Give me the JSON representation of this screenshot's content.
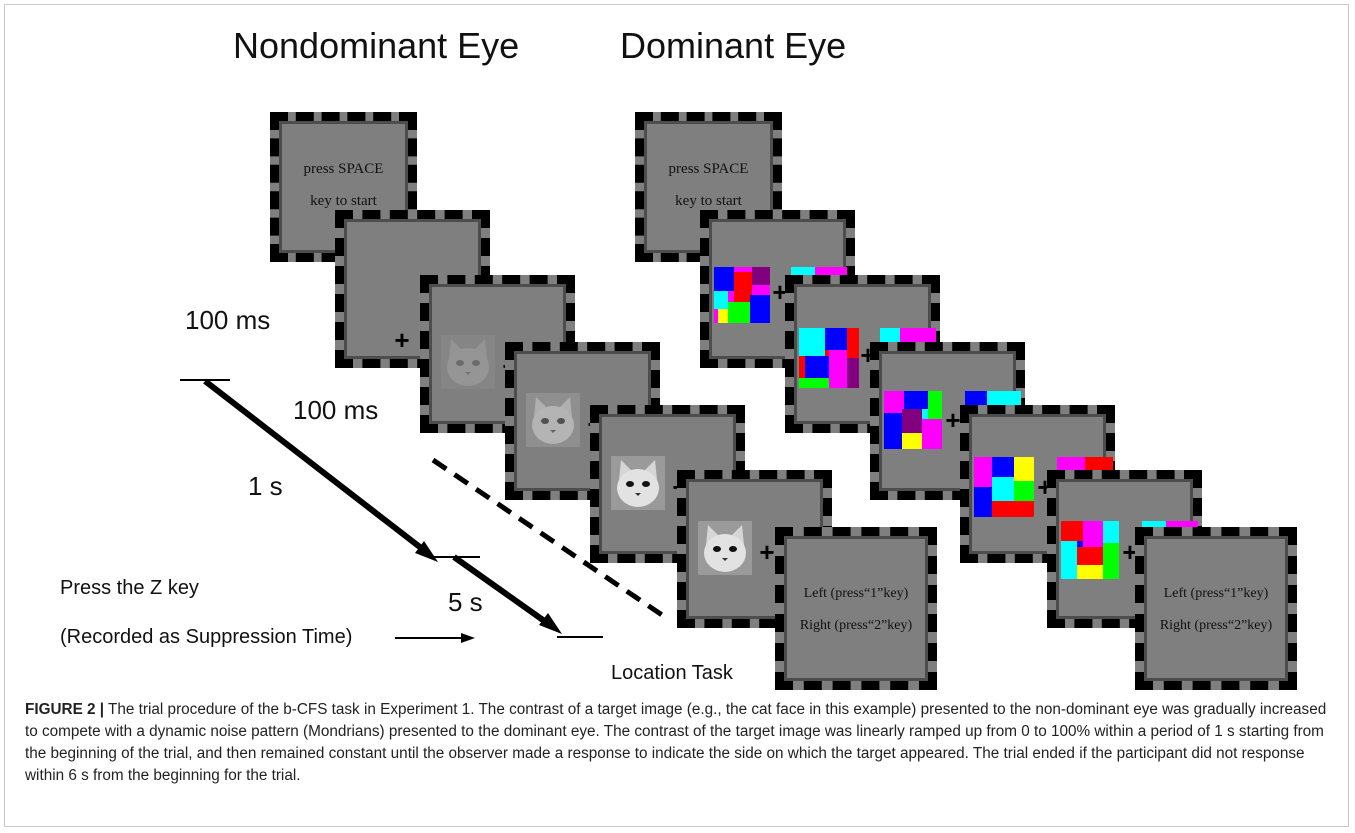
{
  "header": {
    "nondominant": "Nondominant Eye",
    "dominant": "Dominant Eye"
  },
  "start_text": {
    "line1": "press SPACE",
    "line2": "key to start"
  },
  "response_text": {
    "line1": "Left (press“1”key)",
    "line2": "Right (press“2”key)"
  },
  "timeline": {
    "t100a": "100 ms",
    "t100b": "100 ms",
    "t1s": "1 s",
    "t5s": "5 s",
    "press_z": "Press the Z key",
    "recorded": "(Recorded as Suppression Time)",
    "location_task": "Location Task"
  },
  "caption": {
    "label": "FIGURE 2 |",
    "text": " The trial procedure of the b-CFS task in Experiment 1. The contrast of a target image (e.g., the cat face in this example) presented to the non-dominant eye was gradually increased to compete with a dynamic noise pattern (Mondrians) presented to the dominant eye. The contrast of the target image was linearly ramped up from 0 to 100% within a period of 1 s starting from the beginning of the trial, and then remained constant until the observer made a response to indicate the side on which the target appeared. The trial ended if the participant did not response within 6 s from the beginning for the trial."
  },
  "colors": {
    "panel": "#7f7f7f",
    "border": "#000000",
    "mondrian": [
      "#ff0000",
      "#0000ff",
      "#00ffff",
      "#ff00ff",
      "#00ff00",
      "#ffff00",
      "#800080",
      "#ff8000"
    ]
  },
  "icons": {
    "cat": "cat-face-icon",
    "fixation": "fixation-cross-icon"
  }
}
